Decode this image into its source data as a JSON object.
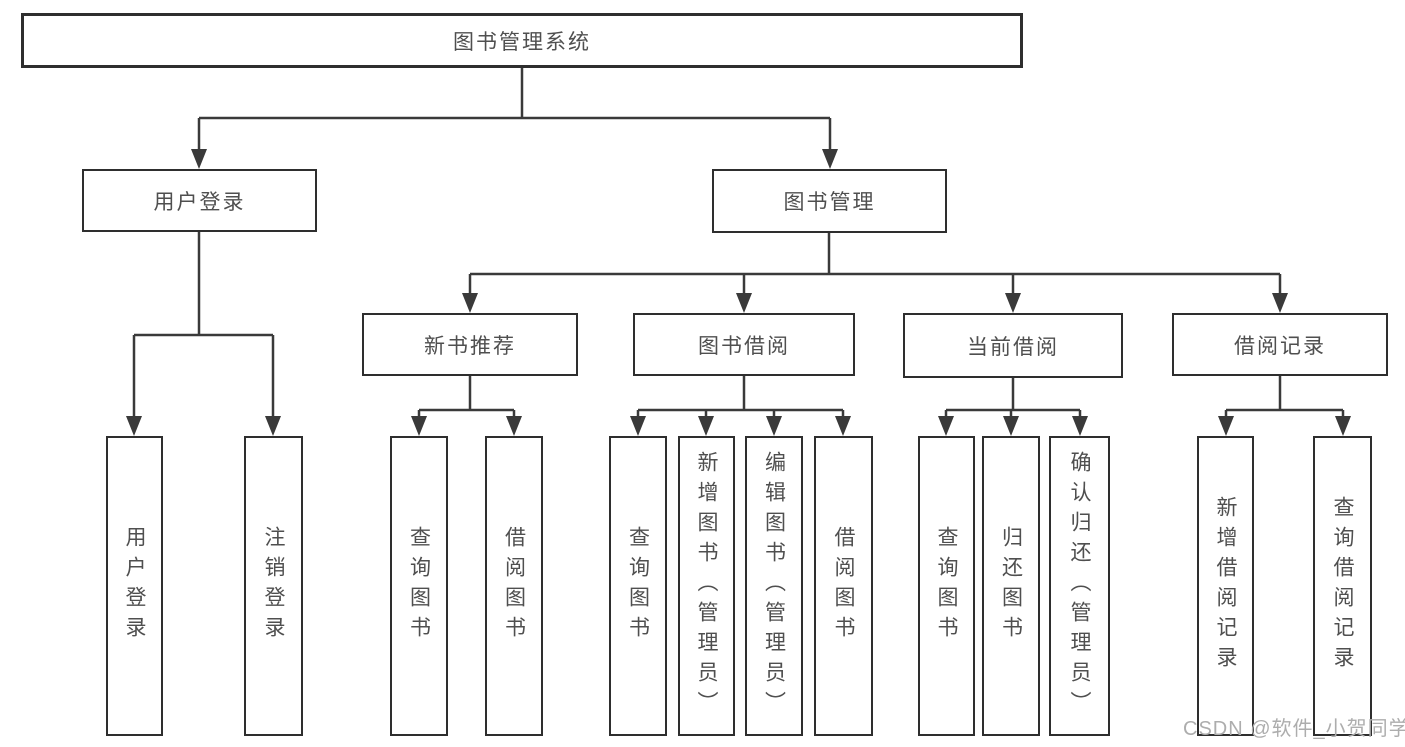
{
  "diagram": {
    "root": {
      "label": "图书管理系统"
    },
    "user_login": {
      "label": "用户登录",
      "children": [
        "用户登录",
        "注销登录"
      ]
    },
    "book_management": {
      "label": "图书管理",
      "groups": [
        {
          "label": "新书推荐",
          "children": [
            "查询图书",
            "借阅图书"
          ]
        },
        {
          "label": "图书借阅",
          "children": [
            "查询图书",
            "新增图书（管理员）",
            "编辑图书（管理员）",
            "借阅图书"
          ]
        },
        {
          "label": "当前借阅",
          "children": [
            "查询图书",
            "归还图书",
            "确认归还（管理员）"
          ]
        },
        {
          "label": "借阅记录",
          "children": [
            "新增借阅记录",
            "查询借阅记录"
          ]
        }
      ]
    }
  },
  "watermark": "CSDN @软件_小贺同学",
  "colors": {
    "background": "#ffffff",
    "line": "#3a3a3a",
    "border": "#2e2e2e",
    "text": "#4f4f4f",
    "watermark": "#adadad"
  }
}
